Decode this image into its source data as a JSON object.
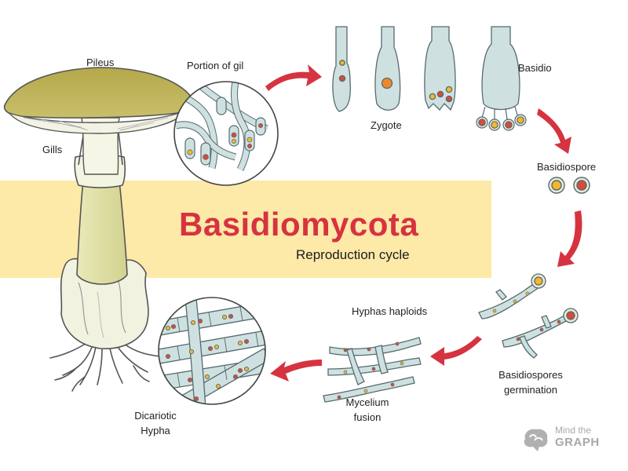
{
  "title": "Basidiomycota",
  "subtitle": "Reproduction cycle",
  "labels": {
    "pileus": "Pileus",
    "portion_of_gil": "Portion of gil",
    "gills": "Gills",
    "zygote": "Zygote",
    "basidio": "Basidio",
    "basidiospore": "Basidiospore",
    "hyphas_haploids": "Hyphas haploids",
    "basidiospores_germination_1": "Basidiospores",
    "basidiospores_germination_2": "germination",
    "mycelium_fusion_1": "Mycelium",
    "mycelium_fusion_2": "fusion",
    "dicariotic_hypha_1": "Dicariotic",
    "dicariotic_hypha_2": "Hypha"
  },
  "brand": {
    "line1": "Mind the",
    "line2": "GRAPH"
  },
  "colors": {
    "title": "#d63340",
    "banner": "#fde9a8",
    "arrow": "#d63340",
    "cell_fill": "#cfe0e0",
    "cell_stroke": "#556b6f",
    "nucleus_red": "#d94a3a",
    "nucleus_yellow": "#f5b62a",
    "pileus": "#9c9440",
    "stem": "#e6e6b3",
    "brand_gray": "#a8a8a8"
  }
}
